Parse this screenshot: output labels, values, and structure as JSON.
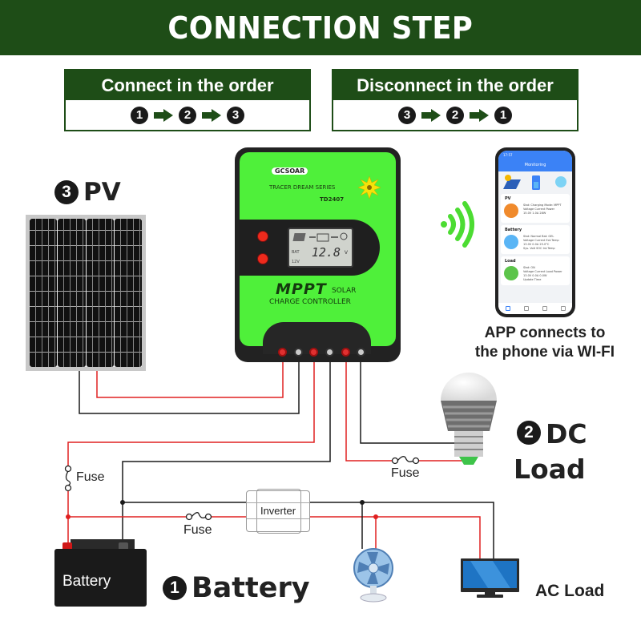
{
  "header": {
    "title": "CONNECTION STEP"
  },
  "connect_order": {
    "title": "Connect in the order",
    "sequence": [
      "1",
      "2",
      "3"
    ]
  },
  "disconnect_order": {
    "title": "Disconnect in the order",
    "sequence": [
      "3",
      "2",
      "1"
    ]
  },
  "components": {
    "pv": {
      "number": "3",
      "label": "PV"
    },
    "dc_load": {
      "number": "2",
      "label_line1": "DC",
      "label_line2": "Load"
    },
    "battery": {
      "number": "1",
      "label": "Battery",
      "body_text": "Battery"
    },
    "inverter": {
      "label": "Inverter"
    },
    "ac_load": {
      "label": "AC Load"
    },
    "fuses": [
      "Fuse",
      "Fuse",
      "Fuse"
    ]
  },
  "controller": {
    "brand": "GCSOAR",
    "series": "TRACER DREAM SERIES",
    "model": "TD2407",
    "lcd_value": "12.8",
    "lcd_unit": "V",
    "lcd_bat_label": "BAT",
    "lcd_sys_voltage": "12V",
    "mppt": "MPPT",
    "solar": "SOLAR",
    "charge_controller": "CHARGE CONTROLLER"
  },
  "app": {
    "caption_line1": "APP connects to",
    "caption_line2": "the phone via WI-FI",
    "phone": {
      "time": "17:57",
      "title": "Monitoring",
      "cards": [
        {
          "title": "PV",
          "lines": [
            "Stat: Charging   Mode: MPPT",
            "Voltage  Current  Power",
            "15.0V  1.0A  28W"
          ]
        },
        {
          "title": "Battery",
          "lines": [
            "Stat: Normal   Bat: GEL",
            "Voltage  Current  Ext.Temp",
            "13.0V  0.0A  25.0°C",
            "Sys. Volt  SOC  Int.Temp",
            "12V  75%  30.0°C"
          ]
        },
        {
          "title": "Load",
          "lines": [
            "Stat: ON",
            "Voltage  Current  Load Power",
            "13.0V  0.0A  0.0W",
            "Update Time"
          ]
        }
      ]
    }
  },
  "colors": {
    "brand_green": "#1e4d17",
    "controller_green": "#4ff03a",
    "wire_red": "#e02020",
    "wire_black": "#1a1a1a",
    "wifi_green": "#4cdc32"
  }
}
